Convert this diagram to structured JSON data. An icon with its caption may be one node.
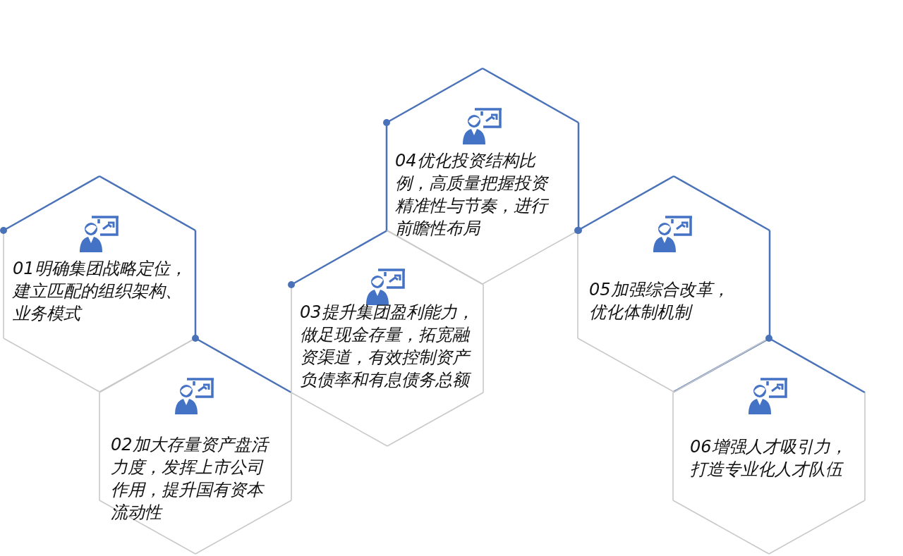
{
  "diagram": {
    "nodes": [
      {
        "text": [
          "01明确集团战略定位，建立匹配的组织架构、业务模式"
        ]
      },
      {
        "text": [
          "02加大存量资产盘活力度，发挥上市公司作用，提升国有资本流动性"
        ]
      },
      {
        "text": [
          "03提升集团盈利能力，做足现金存量，拓宽融资渠道，有效控制资产负债率和有息债务总额"
        ]
      },
      {
        "text": [
          "04优化投资结构比例，高质量把握投资精准性与节奏，进行前瞻性布局"
        ]
      },
      {
        "text": [
          "05加强综合改革，优化体制机制"
        ]
      },
      {
        "text": [
          "06增强人才吸引力，打造专业化人才队伍"
        ]
      }
    ]
  }
}
